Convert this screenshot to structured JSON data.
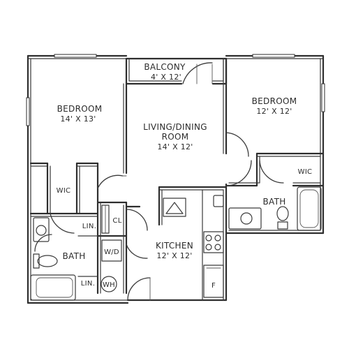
{
  "floorplan": {
    "rooms": {
      "balcony": {
        "name": "BALCONY",
        "dims": "4' X 12'"
      },
      "bedroom_left": {
        "name": "BEDROOM",
        "dims": "14' X 13'"
      },
      "bedroom_right": {
        "name": "BEDROOM",
        "dims": "12' X 12'"
      },
      "living": {
        "name_line1": "LIVING/DINING",
        "name_line2": "ROOM",
        "dims": "14' X 12'"
      },
      "kitchen": {
        "name": "KITCHEN",
        "dims": "12' X 12'"
      },
      "bath_left": {
        "name": "BATH"
      },
      "bath_right": {
        "name": "BATH"
      }
    },
    "labels": {
      "wic_left": "WIC",
      "wic_right": "WIC",
      "linen_upper": "LIN.",
      "linen_lower": "LIN.",
      "closet": "CL",
      "washer_dryer": "W/D",
      "water_heater": "WH",
      "fridge": "F"
    },
    "colors": {
      "line": "#2e2e2e",
      "background": "#ffffff"
    }
  }
}
